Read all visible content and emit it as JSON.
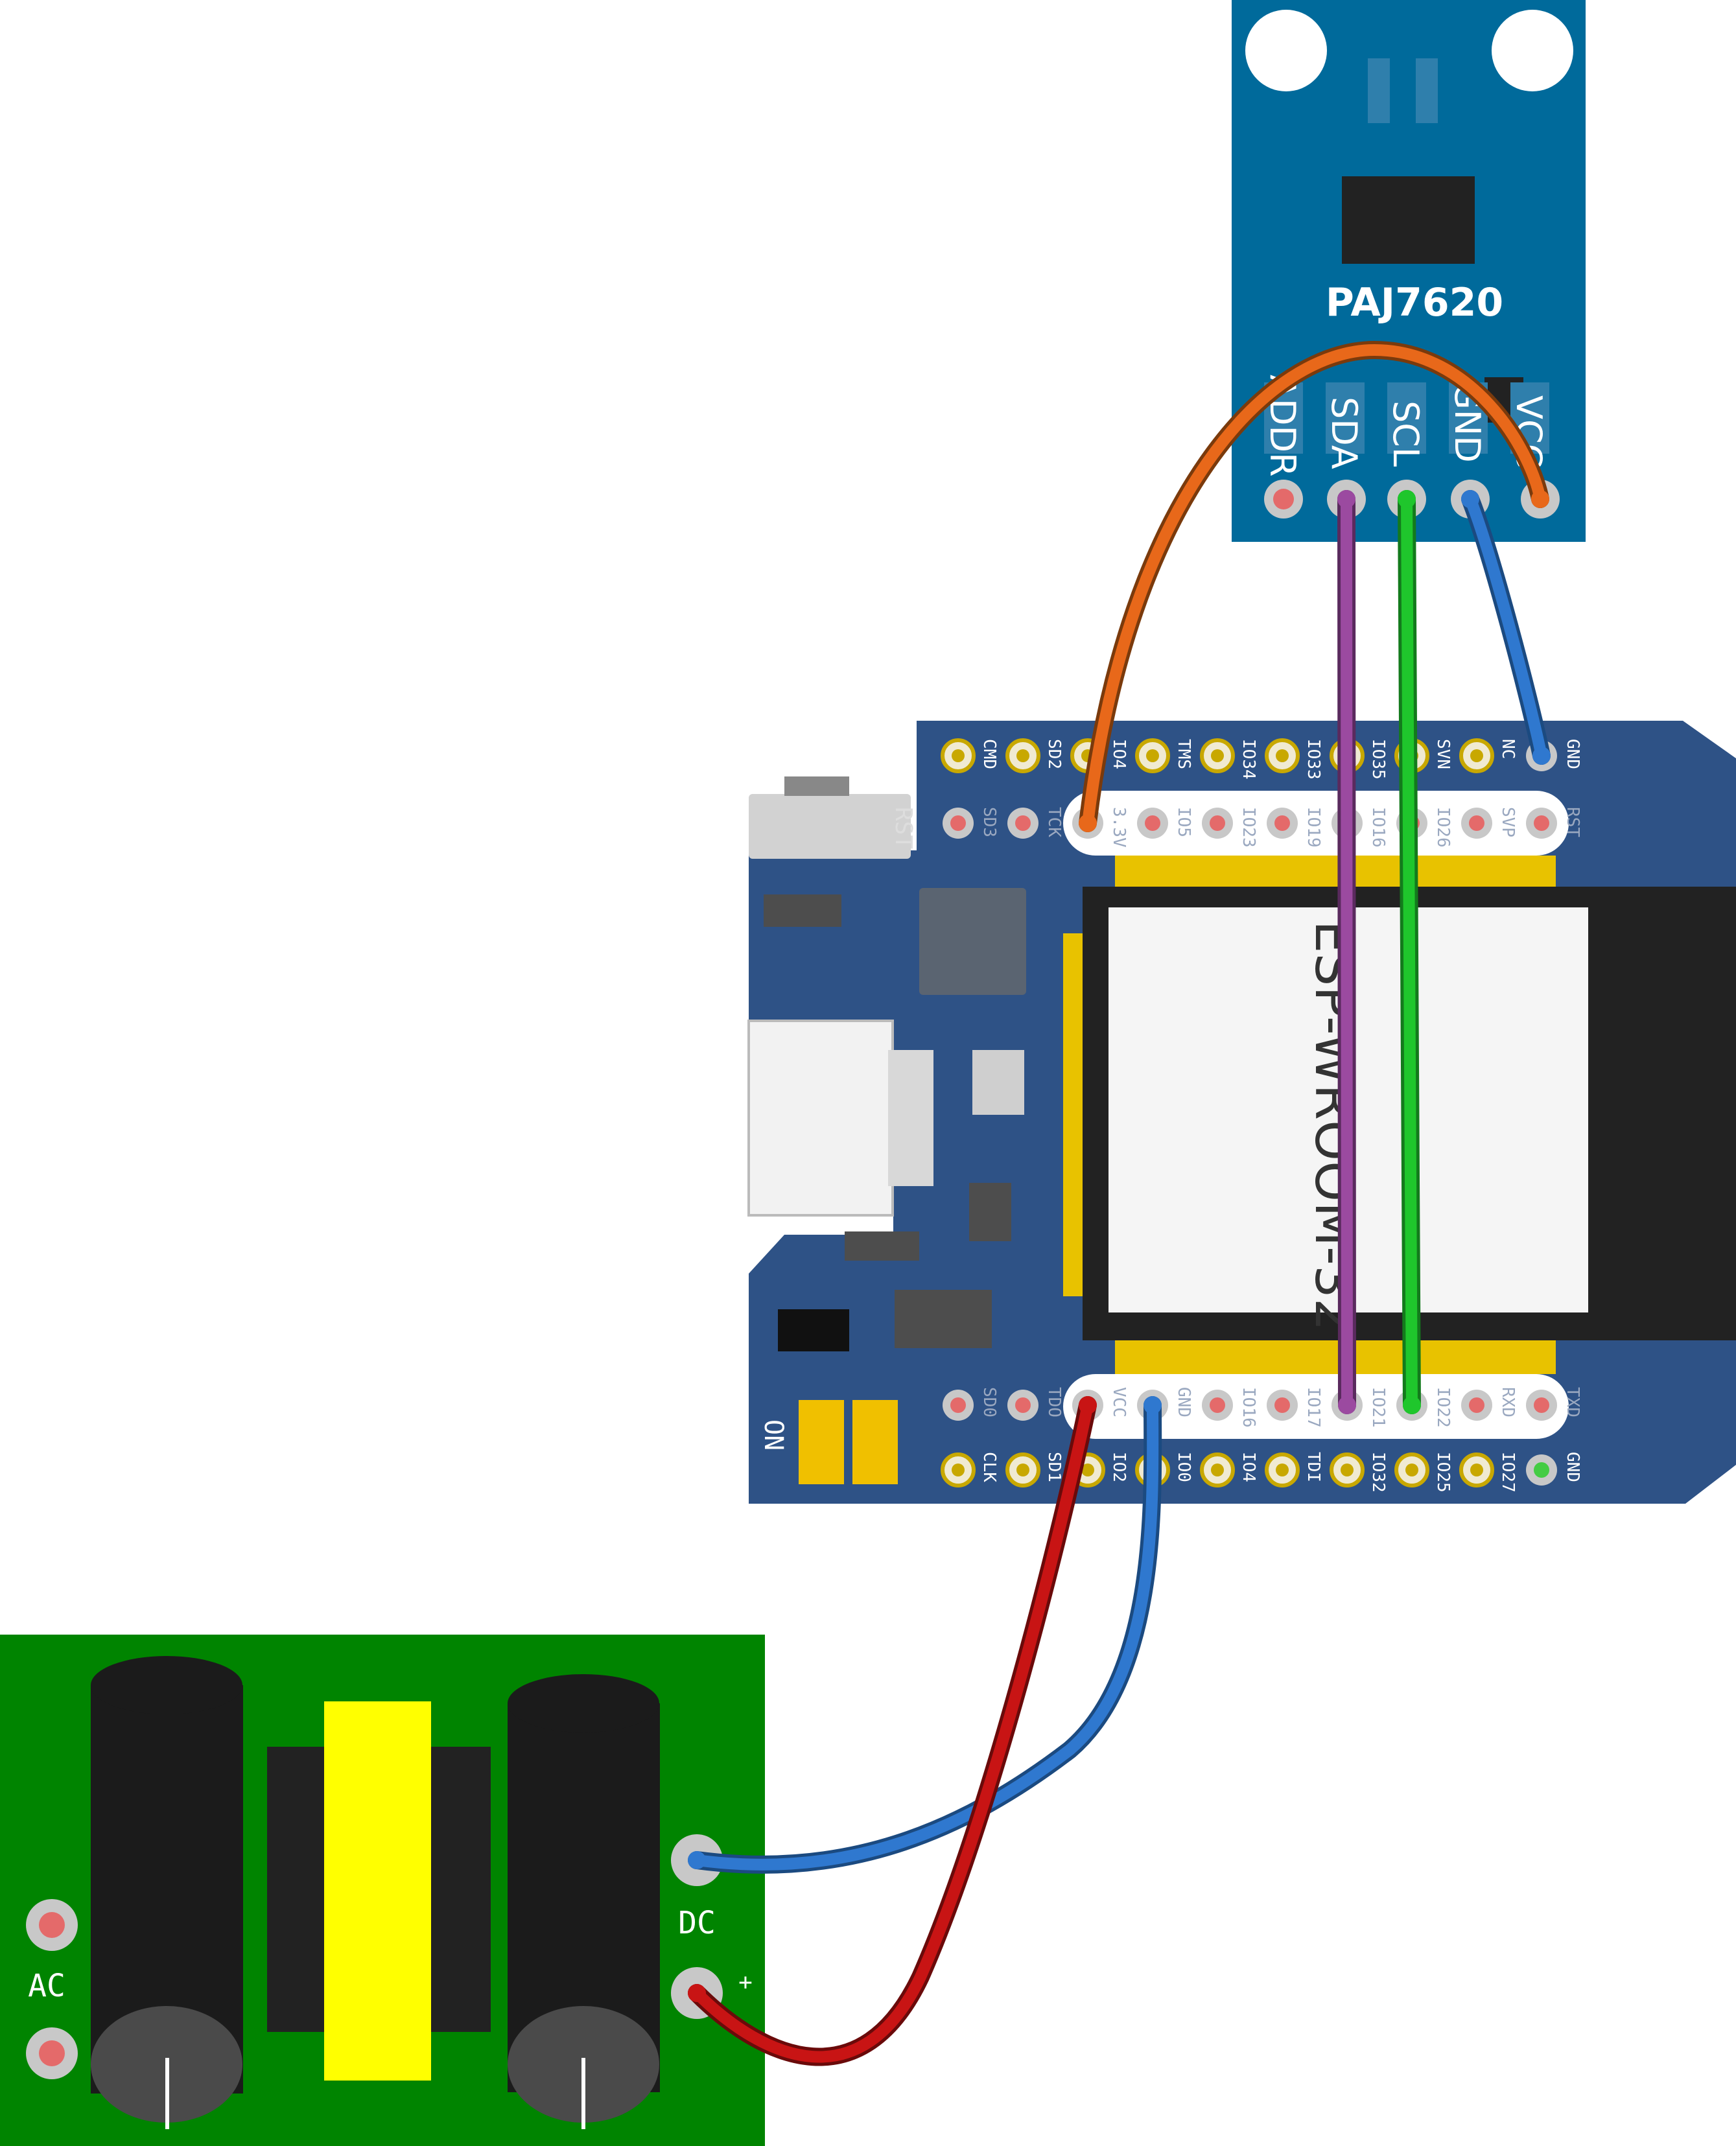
{
  "sensor": {
    "title": "PAJ7620",
    "pins": [
      "ADDR",
      "SDA",
      "SCL",
      "GND",
      "VCC"
    ]
  },
  "esp32": {
    "module_label": "ESP-WROOM-32",
    "top_outer": [
      "CMD",
      "SD2",
      "IO4",
      "TMS",
      "IO34",
      "IO33",
      "IO35",
      "SVN",
      "NC",
      "GND"
    ],
    "top_inner": [
      "SD3",
      "TCK",
      "3.3V",
      "IO5",
      "IO23",
      "IO19",
      "IO16",
      "IO26",
      "SVP",
      "RST"
    ],
    "bottom_inner": [
      "SD0",
      "TDO",
      "VCC",
      "GND",
      "IO16",
      "IO17",
      "IO21",
      "IO22",
      "RXD",
      "TXD"
    ],
    "bottom_outer": [
      "CLK",
      "SD1",
      "IO2",
      "IO0",
      "IO4",
      "TDI",
      "IO32",
      "IO25",
      "IO27",
      "GND"
    ],
    "rst_label": "RST",
    "on_label": "ON"
  },
  "psu": {
    "ac_label": "AC",
    "dc_label": "DC",
    "plus_label": "+"
  },
  "wires": {
    "vcc_33": "#e8681a",
    "sda": "#9b4aa0",
    "scl": "#1fc62c",
    "gnd": "#2f78cf",
    "power_pos": "#c81414",
    "power_gnd": "#2f78cf"
  },
  "colors": {
    "sensor_board": "#006a9b",
    "esp_board": "#2e5286",
    "psu_board": "#008400",
    "transformer_core": "#ffff00"
  }
}
